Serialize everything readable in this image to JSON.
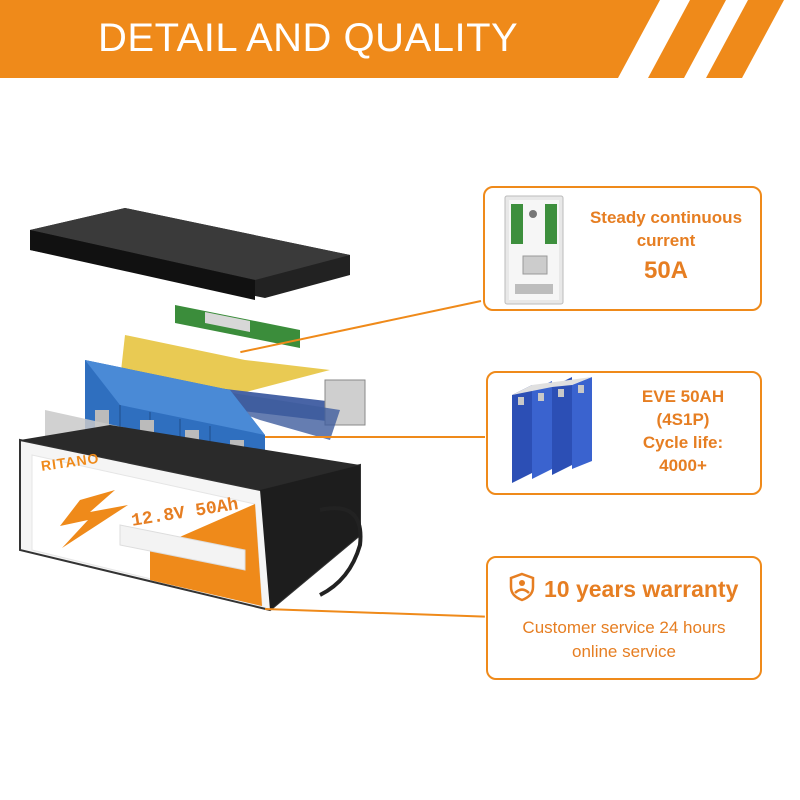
{
  "banner": {
    "title": "DETAIL AND QUALITY"
  },
  "product": {
    "brand": "RITANO",
    "model": "12.8V 50Ah"
  },
  "features": [
    {
      "lines": [
        "Steady continuous",
        "current",
        "50A"
      ],
      "icon": "bms-board-icon"
    },
    {
      "lines": [
        "EVE 50AH",
        "(4S1P)",
        "Cycle life:",
        "4000+"
      ],
      "icon": "battery-cells-icon"
    },
    {
      "title": "10 years warranty",
      "subtitle": [
        "Customer service 24 hours",
        "online service"
      ],
      "icon": "shield-warranty-icon"
    }
  ],
  "colors": {
    "accent": "#ef8a1a",
    "text_accent": "#e67e22",
    "background": "#ffffff"
  }
}
